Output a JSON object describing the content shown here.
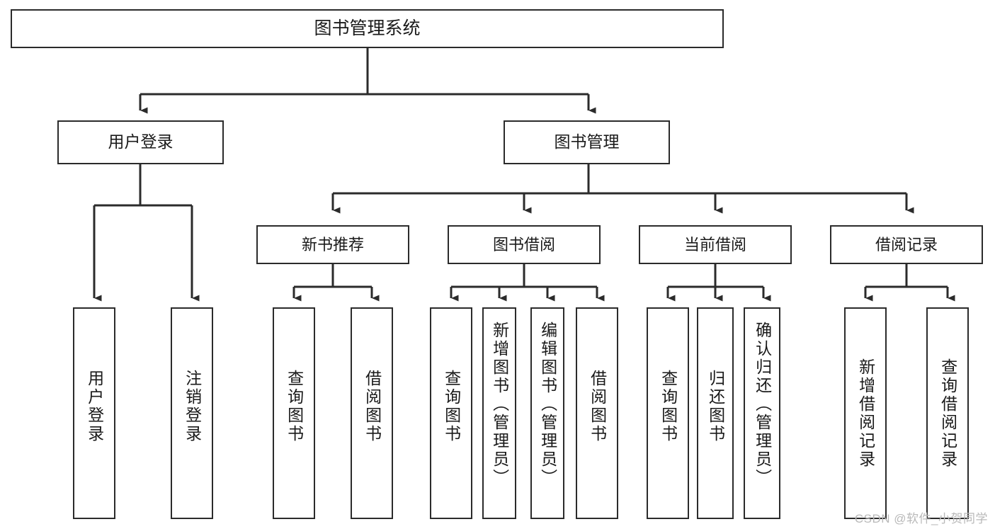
{
  "diagram": {
    "title": "图书管理系统",
    "type": "tree",
    "orientation": "top-down",
    "colors": {
      "box_border": "#2b2b2b",
      "box_fill": "#ffffff",
      "connector": "#2b2b2b",
      "text": "#1a1a1a",
      "watermark": "#b9b9b9",
      "background": "#ffffff"
    }
  },
  "root": {
    "label": "图书管理系统"
  },
  "level1": [
    {
      "id": "user-login",
      "label": "用户登录"
    },
    {
      "id": "book-management",
      "label": "图书管理"
    }
  ],
  "level2": [
    {
      "id": "new-book-recommend",
      "label": "新书推荐",
      "parent": "book-management"
    },
    {
      "id": "book-borrow",
      "label": "图书借阅",
      "parent": "book-management"
    },
    {
      "id": "current-borrow",
      "label": "当前借阅",
      "parent": "book-management"
    },
    {
      "id": "borrow-record",
      "label": "借阅记录",
      "parent": "book-management"
    }
  ],
  "leaves": [
    {
      "id": "leaf-user-login",
      "label": "用户登录",
      "parent": "user-login"
    },
    {
      "id": "leaf-logout",
      "label": "注销登录",
      "parent": "user-login"
    },
    {
      "id": "leaf-query-book-1",
      "label": "查询图书",
      "parent": "new-book-recommend"
    },
    {
      "id": "leaf-borrow-book-1",
      "label": "借阅图书",
      "parent": "new-book-recommend"
    },
    {
      "id": "leaf-query-book-2",
      "label": "查询图书",
      "parent": "book-borrow"
    },
    {
      "id": "leaf-add-book",
      "label": "新增图书（管理员）",
      "parent": "book-borrow"
    },
    {
      "id": "leaf-edit-book",
      "label": "编辑图书（管理员）",
      "parent": "book-borrow"
    },
    {
      "id": "leaf-borrow-book-2",
      "label": "借阅图书",
      "parent": "book-borrow"
    },
    {
      "id": "leaf-query-book-3",
      "label": "查询图书",
      "parent": "current-borrow"
    },
    {
      "id": "leaf-return-book",
      "label": "归还图书",
      "parent": "current-borrow"
    },
    {
      "id": "leaf-confirm-return",
      "label": "确认归还（管理员）",
      "parent": "current-borrow"
    },
    {
      "id": "leaf-add-record",
      "label": "新增借阅记录",
      "parent": "borrow-record"
    },
    {
      "id": "leaf-query-record",
      "label": "查询借阅记录",
      "parent": "borrow-record"
    }
  ],
  "watermark": {
    "text": "CSDN @软件_小贺同学"
  }
}
